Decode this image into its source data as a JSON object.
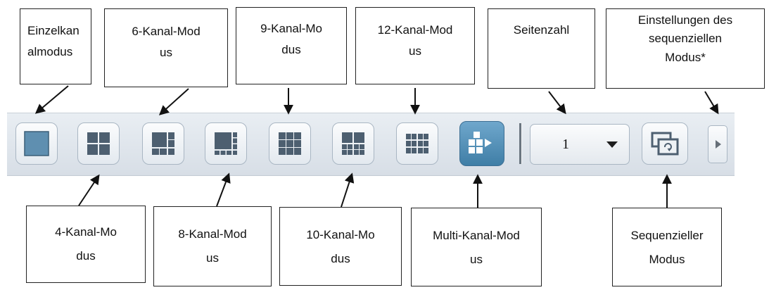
{
  "callouts": {
    "single": [
      "Einzelkan",
      "almodus"
    ],
    "ch4": [
      "4-Kanal-Mo",
      "dus"
    ],
    "ch6": [
      "6-Kanal-Mod",
      "us"
    ],
    "ch8": [
      "8-Kanal-Mod",
      "us"
    ],
    "ch9": [
      "9-Kanal-Mo",
      "dus"
    ],
    "ch10": [
      "10-Kanal-Mo",
      "dus"
    ],
    "ch12": [
      "12-Kanal-Mod",
      "us"
    ],
    "multi": [
      "Multi-Kanal-Mod",
      "us"
    ],
    "page_number": [
      "Seitenzahl"
    ],
    "seq_settings": [
      "Einstellungen des",
      "sequenziellen",
      "Modus*"
    ],
    "sequential": [
      "Sequenzieller",
      "Modus"
    ]
  },
  "toolbar": {
    "page_select": {
      "value": "1"
    }
  },
  "icons": {
    "layouts": [
      "single-layout-icon",
      "four-grid-icon",
      "six-grid-icon",
      "eight-grid-icon",
      "nine-grid-icon",
      "ten-grid-icon",
      "twelve-grid-icon",
      "multi-channel-icon"
    ],
    "dropdown": "chevron-down-icon",
    "sequential": "sequential-windows-icon",
    "more": "triangle-right-icon"
  },
  "colors": {
    "toolbar_bg": "#dfe5eb",
    "button_border": "#a9b6c3",
    "active_button": "#4f8db5",
    "icon_fill": "#4d5f70",
    "single_tile": "#5f8fb0"
  }
}
